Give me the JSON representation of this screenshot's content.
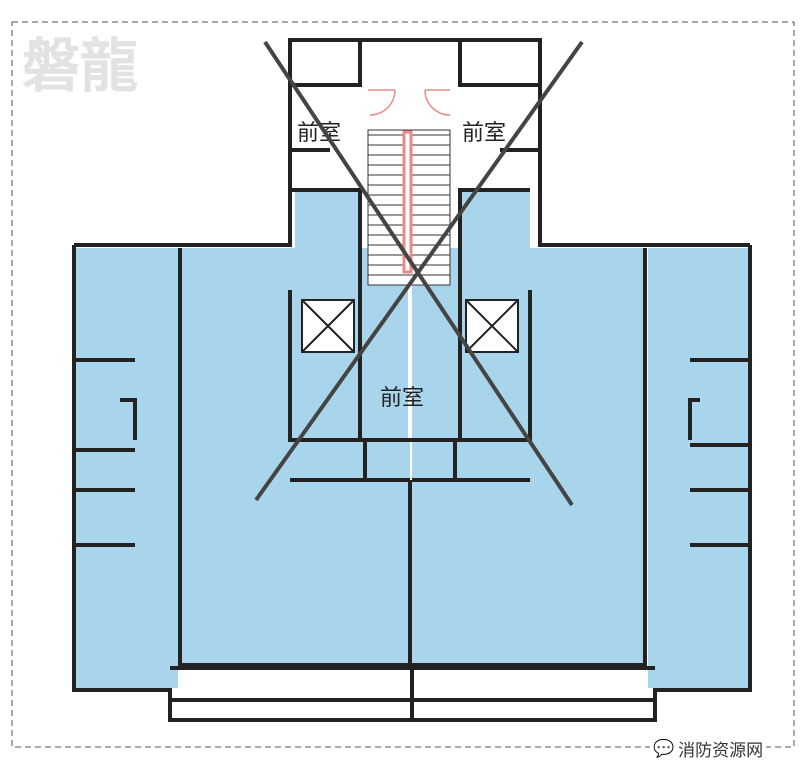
{
  "watermark": "磐龍",
  "labels": {
    "anteroom_left": "前室",
    "anteroom_right": "前室",
    "anteroom_center": "前室"
  },
  "credit": {
    "icon": "wechat-icon",
    "text": "消防资源网"
  },
  "colors": {
    "unit_fill": "#a9d5ec",
    "wall": "#222222",
    "handrail": "#e88a8a",
    "cross": "#444444"
  }
}
